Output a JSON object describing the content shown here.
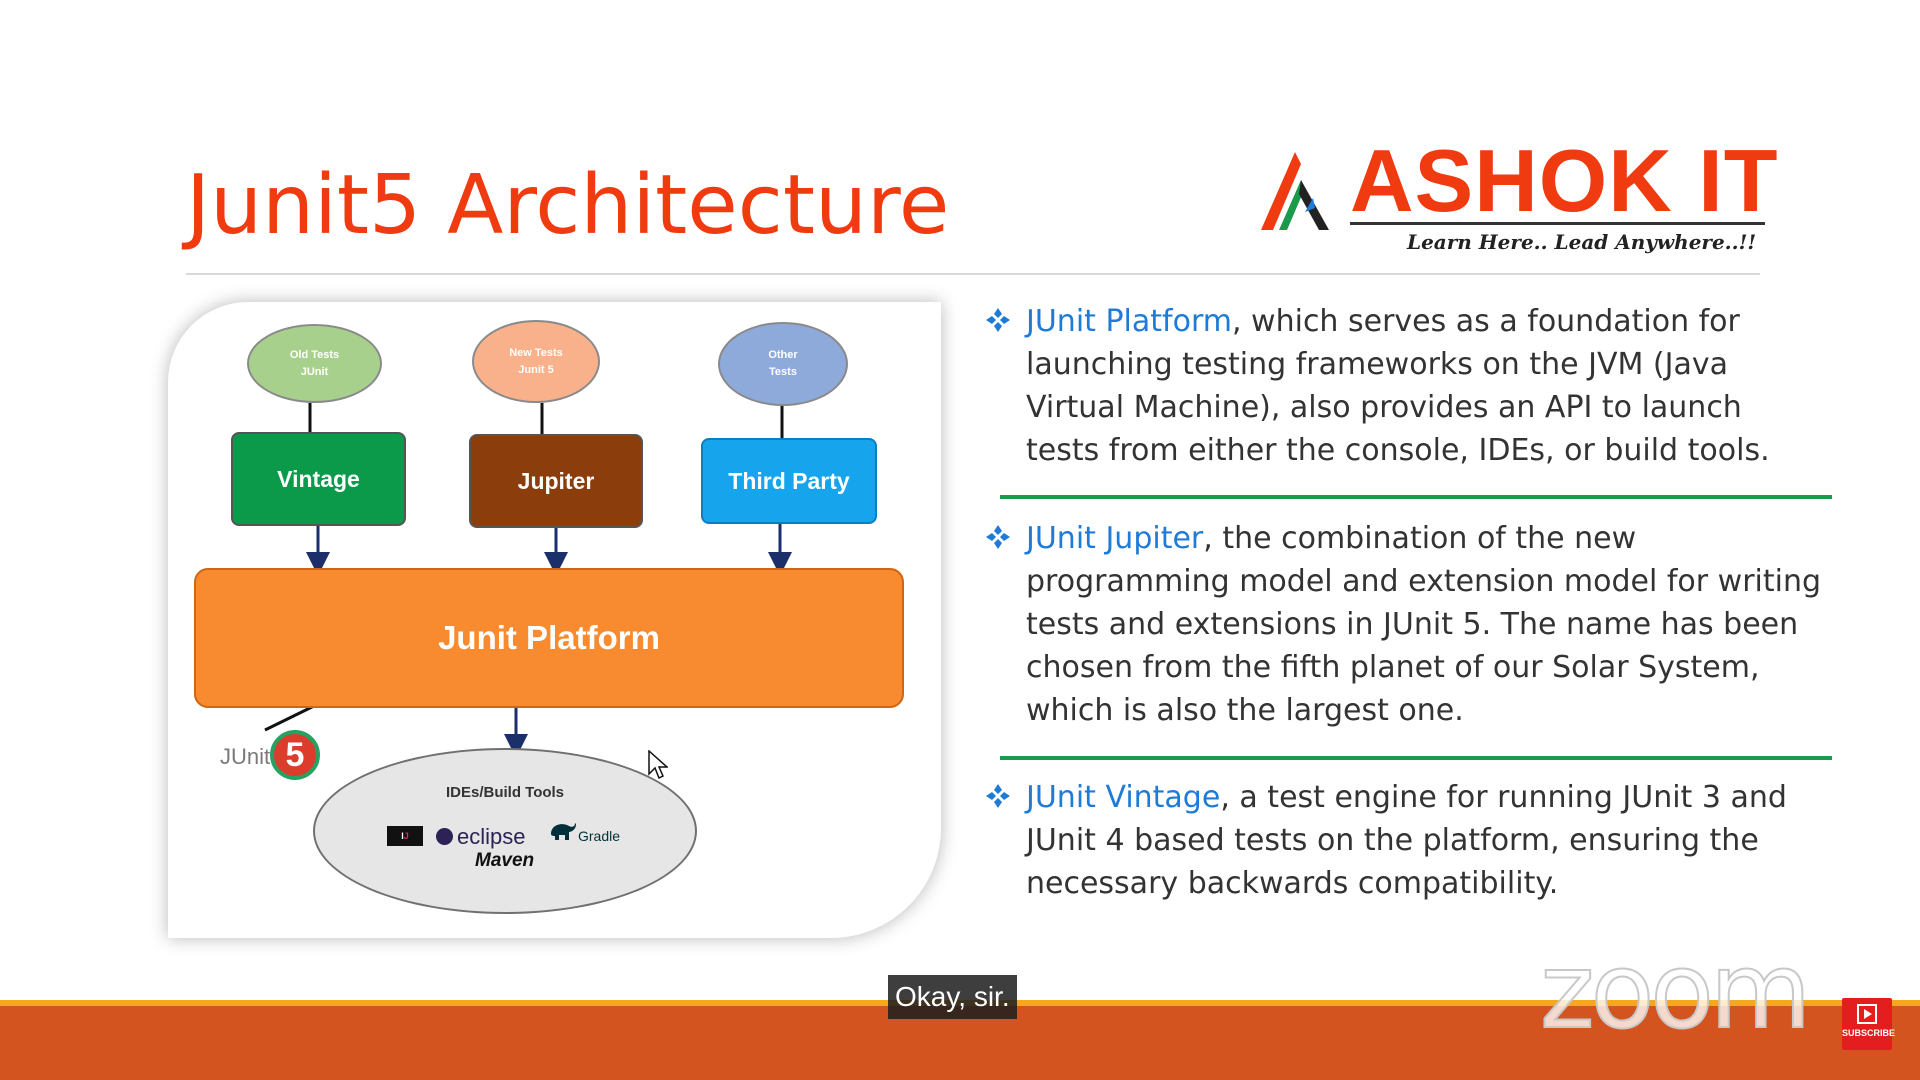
{
  "slide": {
    "title": "Junit5 Architecture",
    "logo": {
      "brand": "ASHOK IT",
      "tagline": "Learn Here.. Lead Anywhere..!!"
    }
  },
  "diagram": {
    "sources": [
      {
        "label": "Old Tests\nJUnit"
      },
      {
        "label": "New Tests\nJunit 5"
      },
      {
        "label": "Other\nTests"
      }
    ],
    "engines": [
      "Vintage",
      "Jupiter",
      "Third Party"
    ],
    "platform": "Junit Platform",
    "tools": {
      "title": "IDEs/Build Tools",
      "eclipse": "eclipse",
      "gradle": "Gradle",
      "maven": "Maven"
    },
    "junit_logo": {
      "text": "JUnit",
      "number": "5"
    }
  },
  "bullets": [
    {
      "term": "JUnit Platform",
      "text": ", which serves as a foundation for launching testing frameworks on the JVM (Java Virtual Machine), also provides an API to launch tests from either the console, IDEs, or build tools."
    },
    {
      "term": "JUnit Jupiter",
      "text": ", the combination of the new programming model and extension model for writing tests and extensions in JUnit 5. The name has been chosen from the fifth planet of our Solar System, which is also the largest one."
    },
    {
      "term": "JUnit Vintage",
      "text": ", a test engine for running JUnit 3 and JUnit 4 based tests on the platform, ensuring the necessary backwards compatibility."
    }
  ],
  "overlay": {
    "caption": "Okay, sir.",
    "watermark": "zoom",
    "subscribe": "SUBSCRIBE"
  },
  "colors": {
    "title": "#f03b10",
    "term": "#1f7bd8",
    "separator": "#1a9a4a",
    "platform": "#f88b2f",
    "vintage": "#0a9a4a",
    "jupiter": "#8b3e0c",
    "third_party": "#16a5ec",
    "bottom_bar": "#d4541f"
  }
}
